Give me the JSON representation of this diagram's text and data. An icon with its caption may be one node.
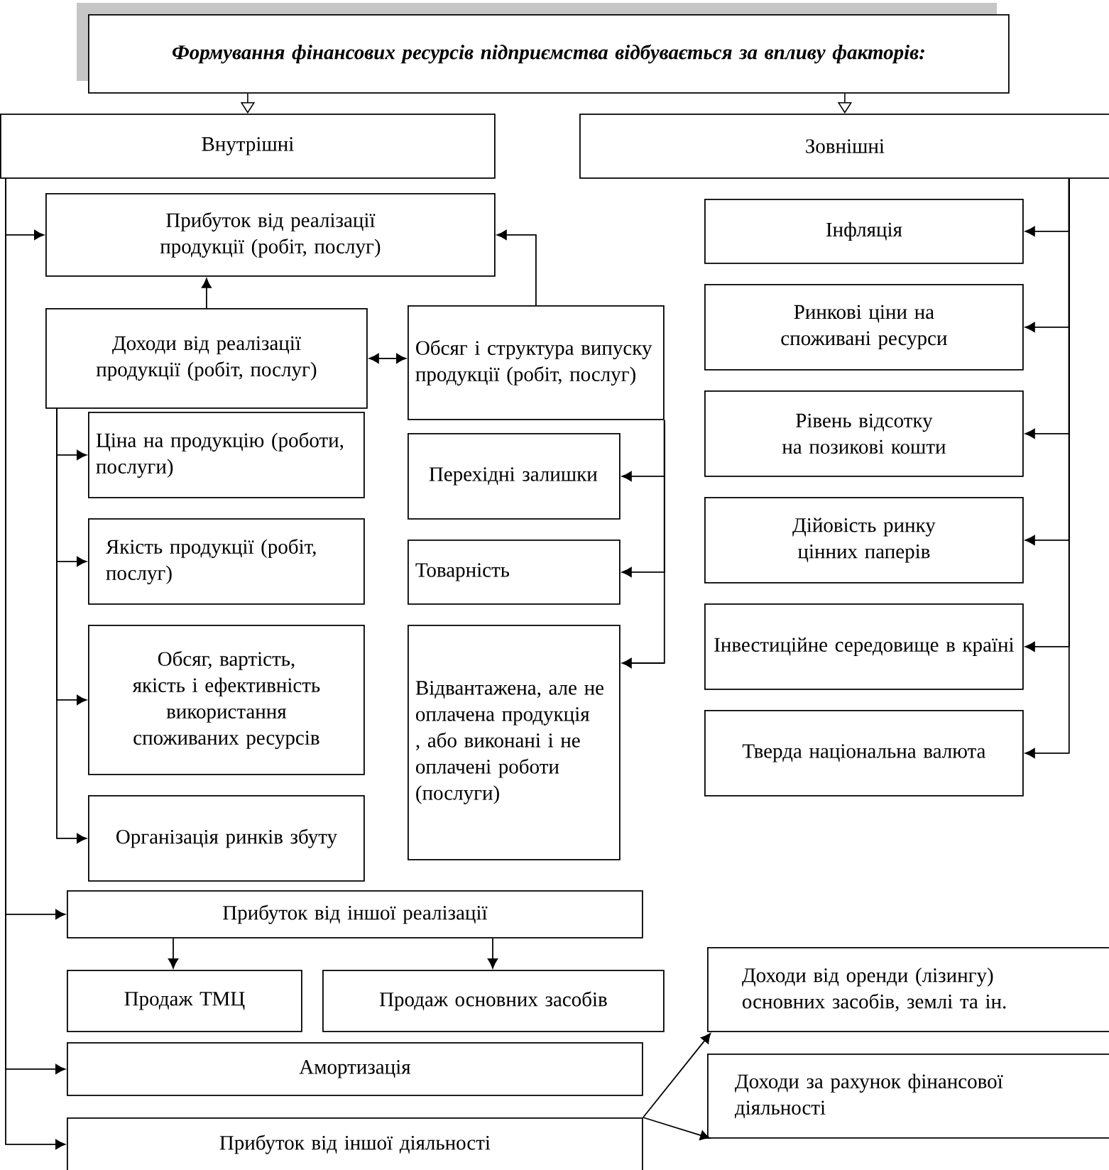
{
  "diagram": {
    "nodes": [
      {
        "text": [
          "Формування фінансових ресурсів підприємства відбувається за впливу факторів:"
        ]
      },
      {
        "text": [
          "Внутрішні"
        ]
      },
      {
        "text": [
          "Зовнішні"
        ]
      },
      {
        "text": [
          "Прибуток від реалізації продукції (робіт, послуг)"
        ]
      },
      {
        "text": [
          "Доходи від реалізації продукції (робіт, послуг)"
        ]
      },
      {
        "text": [
          "Обсяг і структура випуску продукції (робіт, послуг)"
        ]
      },
      {
        "text": [
          "Ціна на продукцію (роботи, послуги)"
        ]
      },
      {
        "text": [
          "Якість продукції (робіт, послуг)"
        ]
      },
      {
        "text": [
          "Обсяг, вартість, якість і ефективність використання споживаних ресурсів"
        ]
      },
      {
        "text": [
          "Організація ринків збуту"
        ]
      },
      {
        "text": [
          "Перехідні залишки"
        ]
      },
      {
        "text": [
          "Товарність"
        ]
      },
      {
        "text": [
          "Відвантажена, але не оплачена продукція , або виконані і не оплачені роботи (послуги)"
        ]
      },
      {
        "text": [
          "Інфляція"
        ]
      },
      {
        "text": [
          "Ринкові ціни на споживані ресурси"
        ]
      },
      {
        "text": [
          "Рівень відсотку на позикові кошти"
        ]
      },
      {
        "text": [
          "Дійовість ринку цінних паперів"
        ]
      },
      {
        "text": [
          "Інвестиційне середовище в країні"
        ]
      },
      {
        "text": [
          "Тверда національна валюта"
        ]
      },
      {
        "text": [
          "Прибуток від іншої реалізації"
        ]
      },
      {
        "text": [
          "Продаж ТМЦ"
        ]
      },
      {
        "text": [
          "Продаж основних засобів"
        ]
      },
      {
        "text": [
          "Доходи від оренди (лізингу) основних засобів, землі  та ін."
        ]
      },
      {
        "text": [
          "Амортизація"
        ]
      },
      {
        "text": [
          "Прибуток від іншої діяльності"
        ]
      },
      {
        "text": [
          "Доходи  за рахунок фінансової діяльності"
        ]
      }
    ],
    "edges": [
      {
        "from": 0,
        "to": 1,
        "arrow": "to"
      },
      {
        "from": 0,
        "to": 2,
        "arrow": "to"
      },
      {
        "from": 1,
        "to": 3,
        "arrow": "to"
      },
      {
        "from": 1,
        "to": 19,
        "arrow": "to"
      },
      {
        "from": 1,
        "to": 23,
        "arrow": "to"
      },
      {
        "from": 1,
        "to": 24,
        "arrow": "to"
      },
      {
        "from": 4,
        "to": 3,
        "arrow": "to"
      },
      {
        "from": 4,
        "to": 5,
        "arrow": "both"
      },
      {
        "from": 5,
        "to": 3,
        "arrow": "to"
      },
      {
        "from": 4,
        "to": 6,
        "arrow": "to"
      },
      {
        "from": 4,
        "to": 7,
        "arrow": "to"
      },
      {
        "from": 4,
        "to": 8,
        "arrow": "to"
      },
      {
        "from": 4,
        "to": 9,
        "arrow": "to"
      },
      {
        "from": 5,
        "to": 10,
        "arrow": "to"
      },
      {
        "from": 5,
        "to": 11,
        "arrow": "to"
      },
      {
        "from": 5,
        "to": 12,
        "arrow": "to"
      },
      {
        "from": 2,
        "to": 13,
        "arrow": "to"
      },
      {
        "from": 2,
        "to": 14,
        "arrow": "to"
      },
      {
        "from": 2,
        "to": 15,
        "arrow": "to"
      },
      {
        "from": 2,
        "to": 16,
        "arrow": "to"
      },
      {
        "from": 2,
        "to": 17,
        "arrow": "to"
      },
      {
        "from": 2,
        "to": 18,
        "arrow": "to"
      },
      {
        "from": 19,
        "to": 20,
        "arrow": "to"
      },
      {
        "from": 19,
        "to": 21,
        "arrow": "to"
      },
      {
        "from": 24,
        "to": 22,
        "arrow": "to"
      },
      {
        "from": 24,
        "to": 25,
        "arrow": "to"
      }
    ]
  }
}
